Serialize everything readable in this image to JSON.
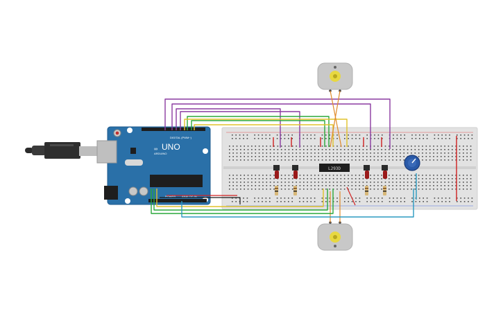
{
  "board": {
    "brand_text": "ARDUINO",
    "model_text": "UNO",
    "digital_label": "DIGITAL (PWM~)",
    "power_label": "POWER",
    "analog_label": "ANALOG IN"
  },
  "driver_chip": {
    "label": "L293D"
  },
  "colors": {
    "board": "#2a70a8",
    "breadboard": "#e2e2e2",
    "purple_wire": "#8a3aa0",
    "green_wire": "#2aa83a",
    "yellow_wire": "#e0c22a",
    "orange_wire": "#e08a2a",
    "cyan_wire": "#2a9ac0",
    "red_wire": "#d02020",
    "motor_body": "#c8c8c8",
    "motor_hub": "#e8d840",
    "button_cap": "#9a1a1a",
    "pot_knob": "#2a5aa8"
  }
}
